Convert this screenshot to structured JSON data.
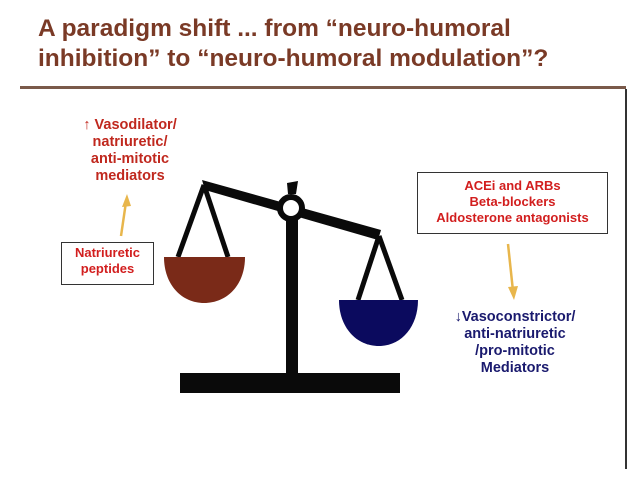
{
  "title": {
    "line1": "A paradigm shift ... from “neuro-humoral",
    "line2": "inhibition” to “neuro-humoral modulation”?"
  },
  "left_top_label": {
    "line1": "↑ Vasodilator/",
    "line2": "natriuretic/",
    "line3": "anti-mitotic",
    "line4": "mediators"
  },
  "natriuretic_box": {
    "line1": "Natriuretic",
    "line2": "peptides"
  },
  "drugs_box": {
    "line1": "ACEi and ARBs",
    "line2": "Beta-blockers",
    "line3": "Aldosterone antagonists"
  },
  "right_bottom_label": {
    "line1": "↓Vasoconstrictor/",
    "line2": "anti-natriuretic",
    "line3": "/pro-mitotic",
    "line4": "Mediators"
  },
  "colors": {
    "title": "#7a3a26",
    "left_pan": "#7a2a18",
    "right_pan": "#0b0a5e",
    "arrow": "#e8b64c",
    "red_text": "#c0281e",
    "navy_text": "#1a1a6e"
  }
}
